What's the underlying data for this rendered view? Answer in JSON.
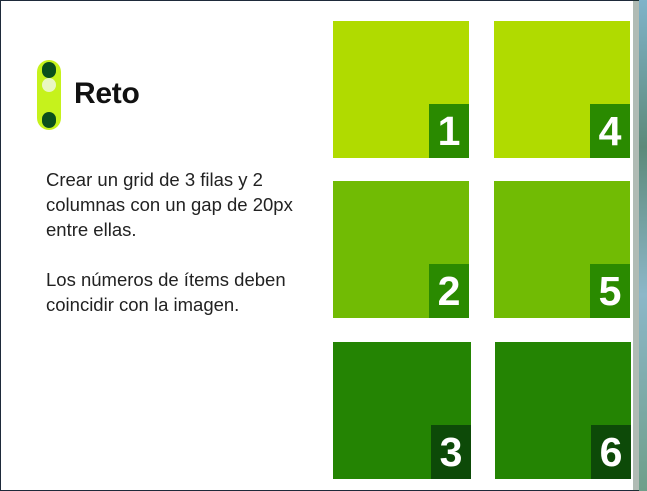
{
  "slide": {
    "title": "Reto",
    "paragraphs": [
      "Crear un grid de 3 filas y 2 columnas con un gap de 20px entre ellas.",
      "Los números de ítems deben coincidir con la imagen."
    ]
  },
  "grid": {
    "items": [
      {
        "label": "1",
        "color": "#b0db00",
        "num_bg": "#2a8a00"
      },
      {
        "label": "4",
        "color": "#b0db00",
        "num_bg": "#2a8a00"
      },
      {
        "label": "2",
        "color": "#71bb04",
        "num_bg": "#2a8a00"
      },
      {
        "label": "5",
        "color": "#71bb04",
        "num_bg": "#2a8a00"
      },
      {
        "label": "3",
        "color": "#248403",
        "num_bg": "#0d4a08"
      },
      {
        "label": "6",
        "color": "#248403",
        "num_bg": "#0d4a08"
      }
    ]
  },
  "colors": {
    "logo_pill": "#c6f21c",
    "logo_dark": "#0a4f1c"
  }
}
